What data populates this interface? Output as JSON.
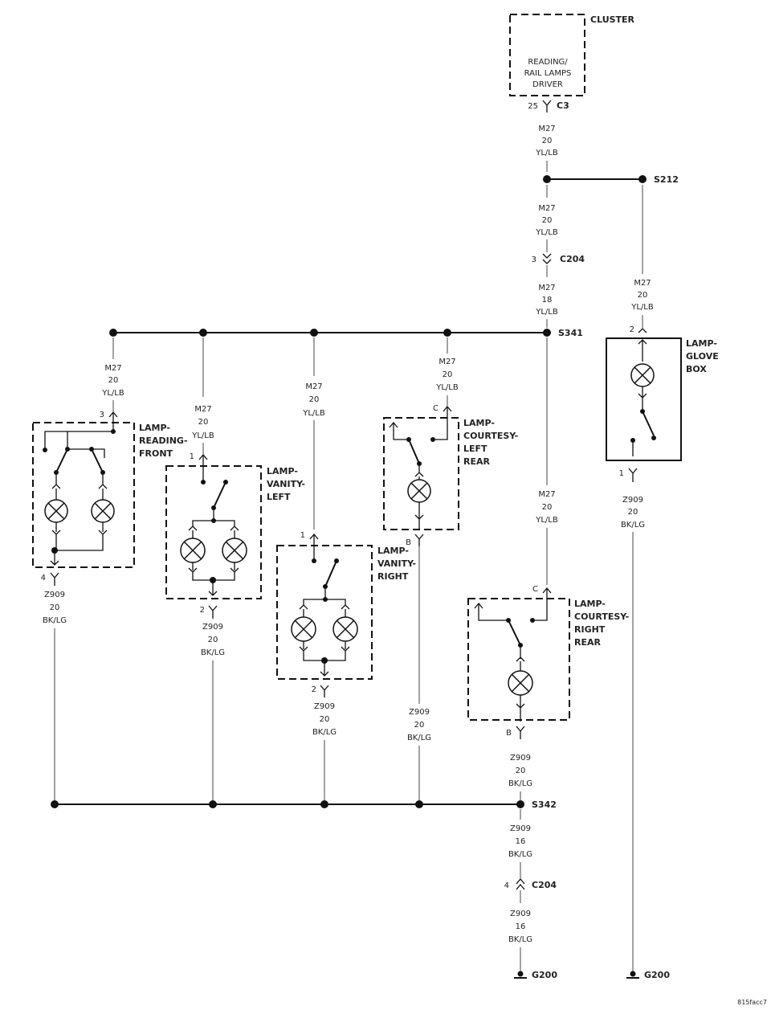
{
  "cluster": {
    "title": "CLUSTER",
    "driver_line1": "READING/",
    "driver_line2": "RAIL LAMPS",
    "driver_line3": "DRIVER",
    "pin": "25",
    "connector": "C3"
  },
  "wire_m27_20": {
    "circuit": "M27",
    "gauge": "20",
    "color": "YL/LB"
  },
  "wire_m27_18": {
    "circuit": "M27",
    "gauge": "18",
    "color": "YL/LB"
  },
  "wire_z909_20": {
    "circuit": "Z909",
    "gauge": "20",
    "color": "BK/LG"
  },
  "wire_z909_16": {
    "circuit": "Z909",
    "gauge": "16",
    "color": "BK/LG"
  },
  "splices": {
    "s212": "S212",
    "s341": "S341",
    "s342": "S342"
  },
  "c204": {
    "name": "C204",
    "pin_upper": "3",
    "pin_lower": "4"
  },
  "lamp_glove_box": {
    "line1": "LAMP-",
    "line2": "GLOVE",
    "line3": "BOX",
    "pin_in": "2",
    "pin_out": "1"
  },
  "lamp_reading_front": {
    "line1": "LAMP-",
    "line2": "READING-",
    "line3": "FRONT",
    "pin_in": "3",
    "pin_out": "4"
  },
  "lamp_vanity_left": {
    "line1": "LAMP-",
    "line2": "VANITY-",
    "line3": "LEFT",
    "pin_in": "1",
    "pin_out": "2"
  },
  "lamp_vanity_right": {
    "line1": "LAMP-",
    "line2": "VANITY-",
    "line3": "RIGHT",
    "pin_in": "1",
    "pin_out": "2"
  },
  "lamp_courtesy_left_rear": {
    "line1": "LAMP-",
    "line2": "COURTESY-",
    "line3": "LEFT",
    "line4": "REAR",
    "pin_in": "C",
    "pin_out": "B"
  },
  "lamp_courtesy_right_rear": {
    "line1": "LAMP-",
    "line2": "COURTESY-",
    "line3": "RIGHT",
    "line4": "REAR",
    "pin_in": "C",
    "pin_out": "B"
  },
  "grounds": {
    "main": "G200",
    "glove": "G200"
  },
  "figure_id": "815facc7"
}
